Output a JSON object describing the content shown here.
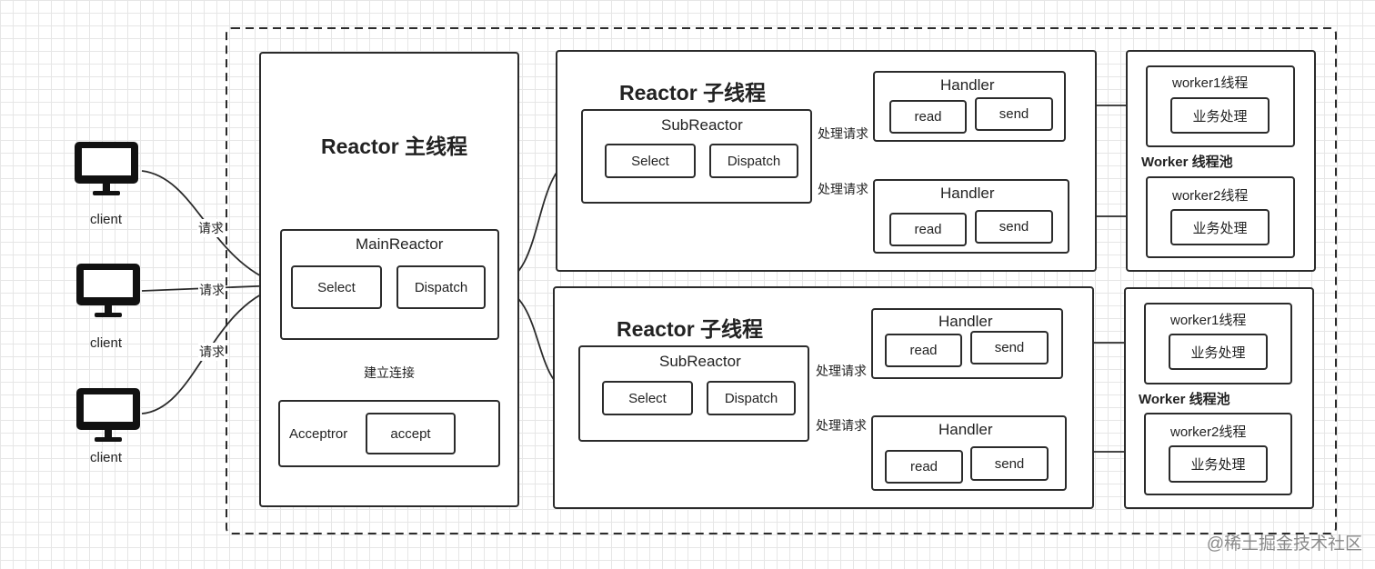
{
  "clients": [
    {
      "label": "client",
      "edge_label": "请求"
    },
    {
      "label": "client",
      "edge_label": "请求"
    },
    {
      "label": "client",
      "edge_label": "请求"
    }
  ],
  "main_reactor_group": {
    "title": "Reactor 主线程",
    "main_reactor": {
      "title": "MainReactor",
      "select": "Select",
      "dispatch": "Dispatch"
    },
    "connect_label": "建立连接",
    "acceptor": {
      "title": "Acceptror",
      "accept": "accept"
    }
  },
  "sub_groups": [
    {
      "title": "Reactor 子线程",
      "sub_reactor": {
        "title": "SubReactor",
        "select": "Select",
        "dispatch": "Dispatch"
      },
      "handlers": [
        {
          "edge_label": "处理请求",
          "title": "Handler",
          "read": "read",
          "send": "send"
        },
        {
          "edge_label": "处理请求",
          "title": "Handler",
          "read": "read",
          "send": "send"
        }
      ],
      "worker_pool": {
        "title": "Worker 线程池",
        "workers": [
          {
            "title": "worker1线程",
            "task": "业务处理"
          },
          {
            "title": "worker2线程",
            "task": "业务处理"
          }
        ]
      }
    },
    {
      "title": "Reactor 子线程",
      "sub_reactor": {
        "title": "SubReactor",
        "select": "Select",
        "dispatch": "Dispatch"
      },
      "handlers": [
        {
          "edge_label": "处理请求",
          "title": "Handler",
          "read": "read",
          "send": "send"
        },
        {
          "edge_label": "处理请求",
          "title": "Handler",
          "read": "read",
          "send": "send"
        }
      ],
      "worker_pool": {
        "title": "Worker 线程池",
        "workers": [
          {
            "title": "worker1线程",
            "task": "业务处理"
          },
          {
            "title": "worker2线程",
            "task": "业务处理"
          }
        ]
      }
    }
  ],
  "watermark": "@稀土掘金技术社区"
}
